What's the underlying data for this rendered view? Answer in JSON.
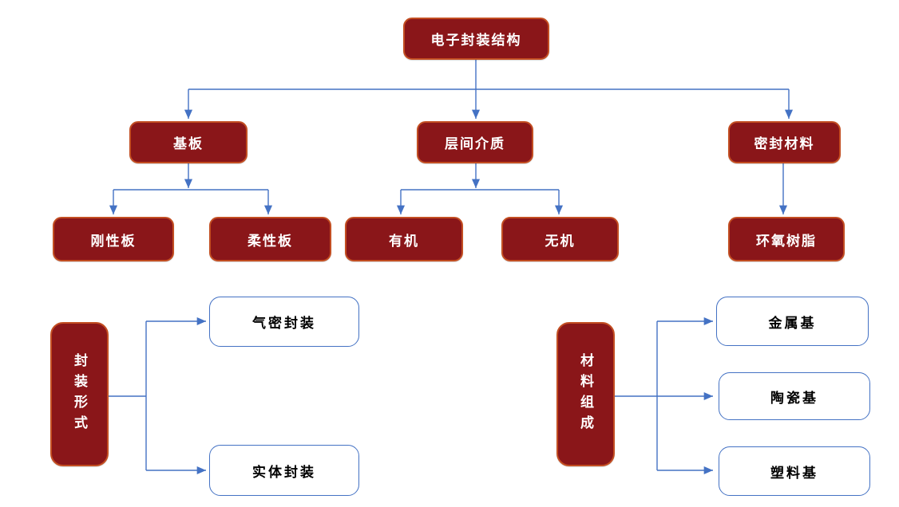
{
  "diagram": {
    "type": "hierarchy-flowchart",
    "nodes": {
      "root": "电子封装结构",
      "substrate": "基板",
      "interlayer": "层间介质",
      "sealing": "密封材料",
      "rigid": "刚性板",
      "flexible": "柔性板",
      "organic": "有机",
      "inorganic": "无机",
      "epoxy": "环氧树脂",
      "package_form": "封装形式",
      "hermetic": "气密封装",
      "solid": "实体封装",
      "material_composition": "材料组成",
      "metal_base": "金属基",
      "ceramic_base": "陶瓷基",
      "plastic_base": "塑料基"
    },
    "hierarchy": [
      {
        "parent": "电子封装结构",
        "children": [
          "基板",
          "层间介质",
          "密封材料"
        ]
      },
      {
        "parent": "基板",
        "children": [
          "刚性板",
          "柔性板"
        ]
      },
      {
        "parent": "层间介质",
        "children": [
          "有机",
          "无机"
        ]
      },
      {
        "parent": "密封材料",
        "children": [
          "环氧树脂"
        ]
      },
      {
        "parent": "封装形式",
        "children": [
          "气密封装",
          "实体封装"
        ]
      },
      {
        "parent": "材料组成",
        "children": [
          "金属基",
          "陶瓷基",
          "塑料基"
        ]
      }
    ],
    "colors": {
      "box_fill": "#8A1619",
      "box_border": "#C34E22",
      "box_text": "#FFFFFF",
      "connector_line": "#4472C4",
      "white_box_border": "#4472C4",
      "white_box_text": "#000000",
      "background": "#FFFFFF"
    }
  }
}
